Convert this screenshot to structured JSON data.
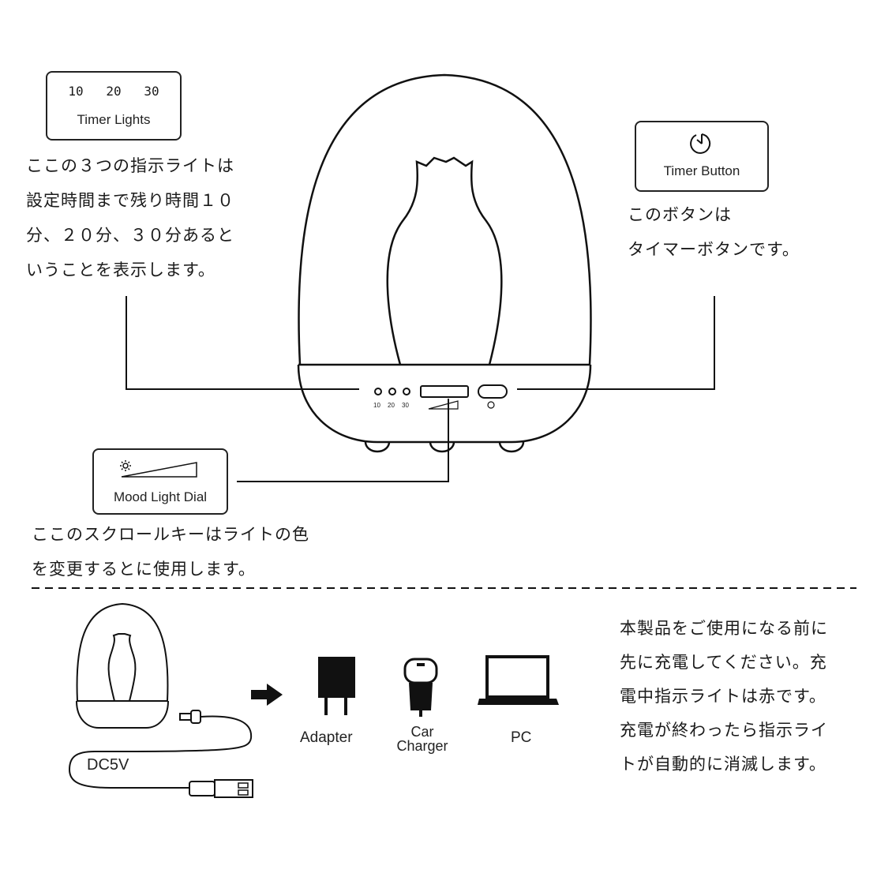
{
  "timer_lights": {
    "digits": [
      "10",
      "20",
      "30"
    ],
    "title": "Timer Lights",
    "description": [
      "ここの３つの指示ライトは",
      "設定時間まで残り時間１０",
      "分、２０分、３０分あると",
      "いうことを表示します。"
    ]
  },
  "timer_button": {
    "title": "Timer Button",
    "description": [
      "このボタンは",
      "タイマーボタンです。"
    ]
  },
  "mood_light": {
    "title": "Mood Light Dial",
    "description": [
      "ここのスクロールキーはライトの色",
      "を変更するとに使用します。"
    ]
  },
  "device_labels": {
    "l10": "10",
    "l20": "20",
    "l30": "30"
  },
  "charging": {
    "cable_label": "DC5V",
    "sources": [
      {
        "label": "Adapter"
      },
      {
        "label": "Car\nCharger",
        "line1": "Car",
        "line2": "Charger"
      },
      {
        "label": "PC"
      }
    ],
    "description": [
      "本製品をご使用になる前に",
      "先に充電してください。充",
      "電中指示ライトは赤です。",
      "充電が終わったら指示ライ",
      "トが自動的に消滅します。"
    ]
  }
}
